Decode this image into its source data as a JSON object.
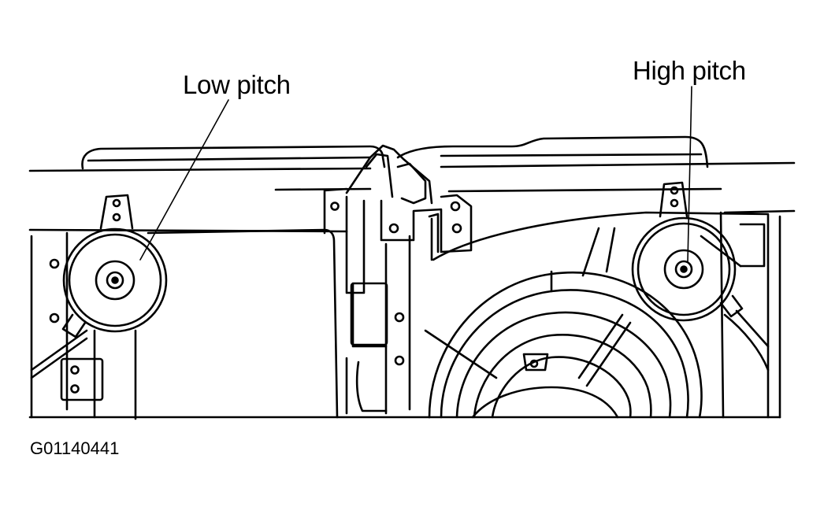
{
  "labels": {
    "low_pitch": "Low pitch",
    "high_pitch": "High pitch"
  },
  "figure_code": "G01140441",
  "colors": {
    "ink": "#000000",
    "paper": "#ffffff"
  }
}
